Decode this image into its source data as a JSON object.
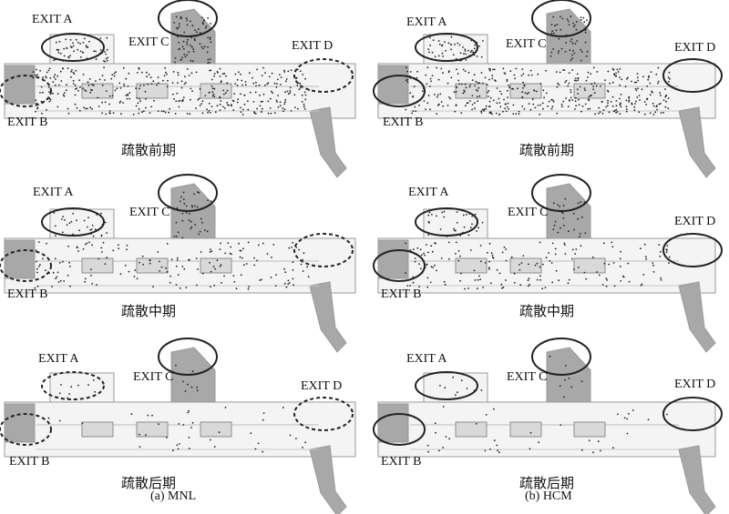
{
  "exits": {
    "a": "EXIT A",
    "b": "EXIT B",
    "c": "EXIT C",
    "d": "EXIT D"
  },
  "phases": {
    "early": "疏散前期",
    "middle": "疏散中期",
    "late": "疏散后期"
  },
  "captions": {
    "mnl": "(a) MNL",
    "hcm": "(b) HCM"
  },
  "panels": [
    {
      "id": "mnl-early",
      "col": "mnl",
      "phase": "early",
      "density": "high",
      "exit_styles": {
        "a": "solid",
        "b": "dashed",
        "c": "solid",
        "d": "dashed"
      }
    },
    {
      "id": "hcm-early",
      "col": "hcm",
      "phase": "early",
      "density": "high",
      "exit_styles": {
        "a": "solid",
        "b": "solid",
        "c": "solid",
        "d": "solid"
      }
    },
    {
      "id": "mnl-middle",
      "col": "mnl",
      "phase": "middle",
      "density": "medium",
      "exit_styles": {
        "a": "solid",
        "b": "dashed",
        "c": "solid",
        "d": "dashed"
      }
    },
    {
      "id": "hcm-middle",
      "col": "hcm",
      "phase": "middle",
      "density": "medium",
      "exit_styles": {
        "a": "solid",
        "b": "solid",
        "c": "solid",
        "d": "solid"
      }
    },
    {
      "id": "mnl-late",
      "col": "mnl",
      "phase": "late",
      "density": "low",
      "exit_styles": {
        "a": "dashed",
        "b": "dashed",
        "c": "solid",
        "d": "dashed"
      }
    },
    {
      "id": "hcm-late",
      "col": "hcm",
      "phase": "late",
      "density": "low",
      "exit_styles": {
        "a": "solid",
        "b": "solid",
        "c": "solid",
        "d": "solid"
      }
    }
  ],
  "colors": {
    "floor": "#f4f4f4",
    "wall": "#9a9a9a",
    "shade": "#a8a8a8",
    "dot": "#222222",
    "outline": "#222222"
  }
}
